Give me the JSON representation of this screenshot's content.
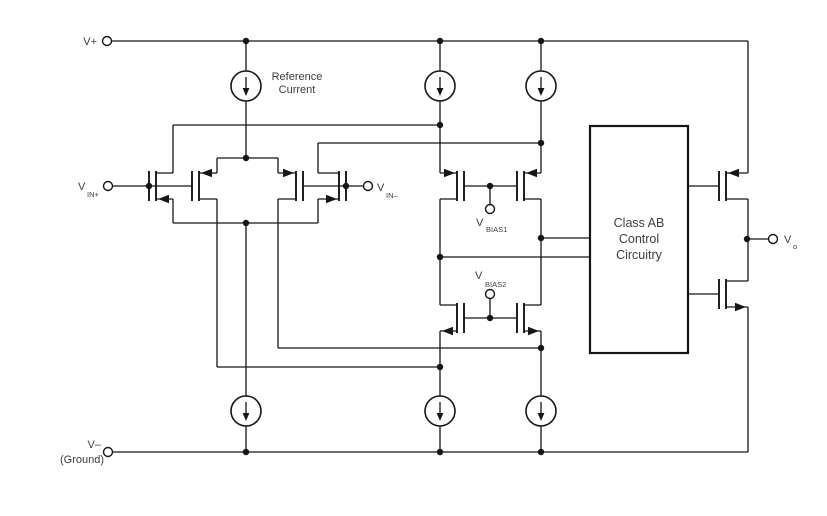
{
  "diagram": {
    "type": "op-amp rail-to-rail input, class-AB output schematic",
    "colors": {
      "line": "#161616",
      "text": "#3d3d3d",
      "background": "#ffffff"
    },
    "rails": {
      "v_plus": "V+",
      "v_minus": "V–",
      "ground": "(Ground)"
    },
    "inputs": {
      "vin_plus": {
        "base": "V",
        "sub": "IN+"
      },
      "vin_minus": {
        "base": "V",
        "sub": "IN–"
      }
    },
    "bias": {
      "bias1": {
        "base": "V",
        "sub": "BIAS1"
      },
      "bias2": {
        "base": "V",
        "sub": "BIAS2"
      }
    },
    "output": {
      "base": "V",
      "sub": "o"
    },
    "reference_current": {
      "line1": "Reference",
      "line2": "Current"
    },
    "class_ab_box": {
      "line1": "Class AB",
      "line2": "Control",
      "line3": "Circuitry"
    },
    "symbols": {
      "current_source": "circle-with-down-arrow-icon",
      "transistor": "mosfet-icon",
      "junction": "filled-dot",
      "terminal": "open-circle"
    }
  }
}
